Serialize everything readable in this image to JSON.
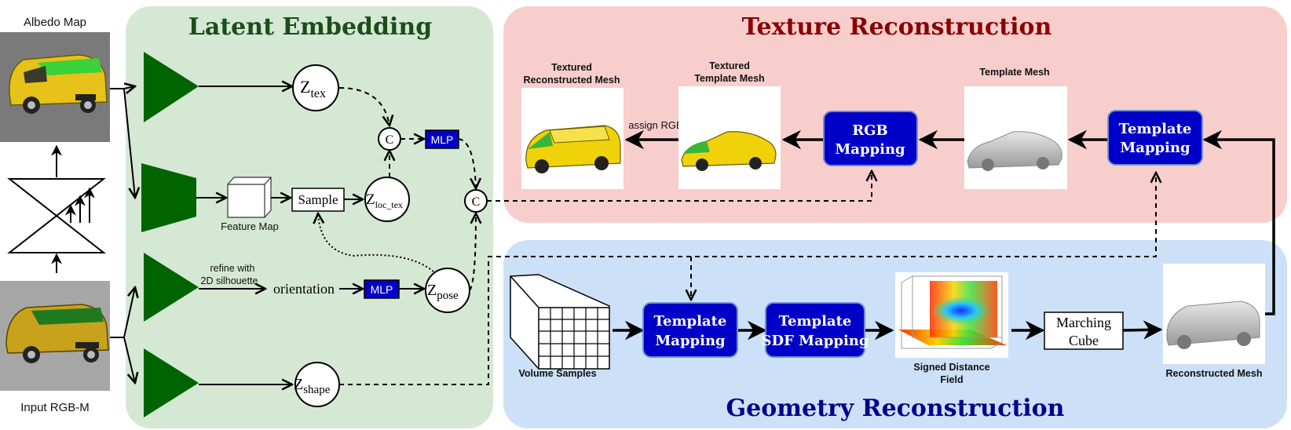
{
  "sections": {
    "latent": "Latent Embedding",
    "texture": "Texture Reconstruction",
    "geometry": "Geometry Reconstruction"
  },
  "colors": {
    "latent_bg": "#d5e8d4",
    "texture_bg": "#f8cecc",
    "geometry_bg": "#cce0f8",
    "encoder": "#006400",
    "block_blue": "#0000c8",
    "title_red": "#8b0000",
    "title_blue": "#00008b"
  },
  "left": {
    "albedo_label": "Albedo Map",
    "input_label": "Input RGB-M"
  },
  "latent": {
    "z_tex": "Z",
    "z_tex_sub": "tex",
    "feature_map": "Feature Map",
    "sample": "Sample",
    "z_loc": "Z",
    "z_loc_sub": "loc_tex",
    "concat": "C",
    "mlp": "MLP",
    "refine_line1": "refine with",
    "refine_line2": "2D silhouette",
    "orientation": "orientation",
    "z_pose": "Z",
    "z_pose_sub": "pose",
    "z_shape": "Z",
    "z_shape_sub": "shape"
  },
  "texture": {
    "textured_recon_line1": "Textured",
    "textured_recon_line2": "Reconstructed Mesh",
    "textured_template_line1": "Textured",
    "textured_template_line2": "Template Mesh",
    "template_mesh": "Template Mesh",
    "assign_rgb": "assign RGB",
    "rgb_mapping_line1": "RGB",
    "rgb_mapping_line2": "Mapping",
    "template_mapping_line1": "Template",
    "template_mapping_line2": "Mapping"
  },
  "geometry": {
    "volume_samples": "Volume Samples",
    "template_mapping_line1": "Template",
    "template_mapping_line2": "Mapping",
    "sdf_mapping_line1": "Template",
    "sdf_mapping_line2": "SDF Mapping",
    "sdf_line1": "Signed Distance",
    "sdf_line2": "Field",
    "marching_line1": "Marching",
    "marching_line2": "Cube",
    "recon_mesh": "Reconstructed Mesh"
  }
}
